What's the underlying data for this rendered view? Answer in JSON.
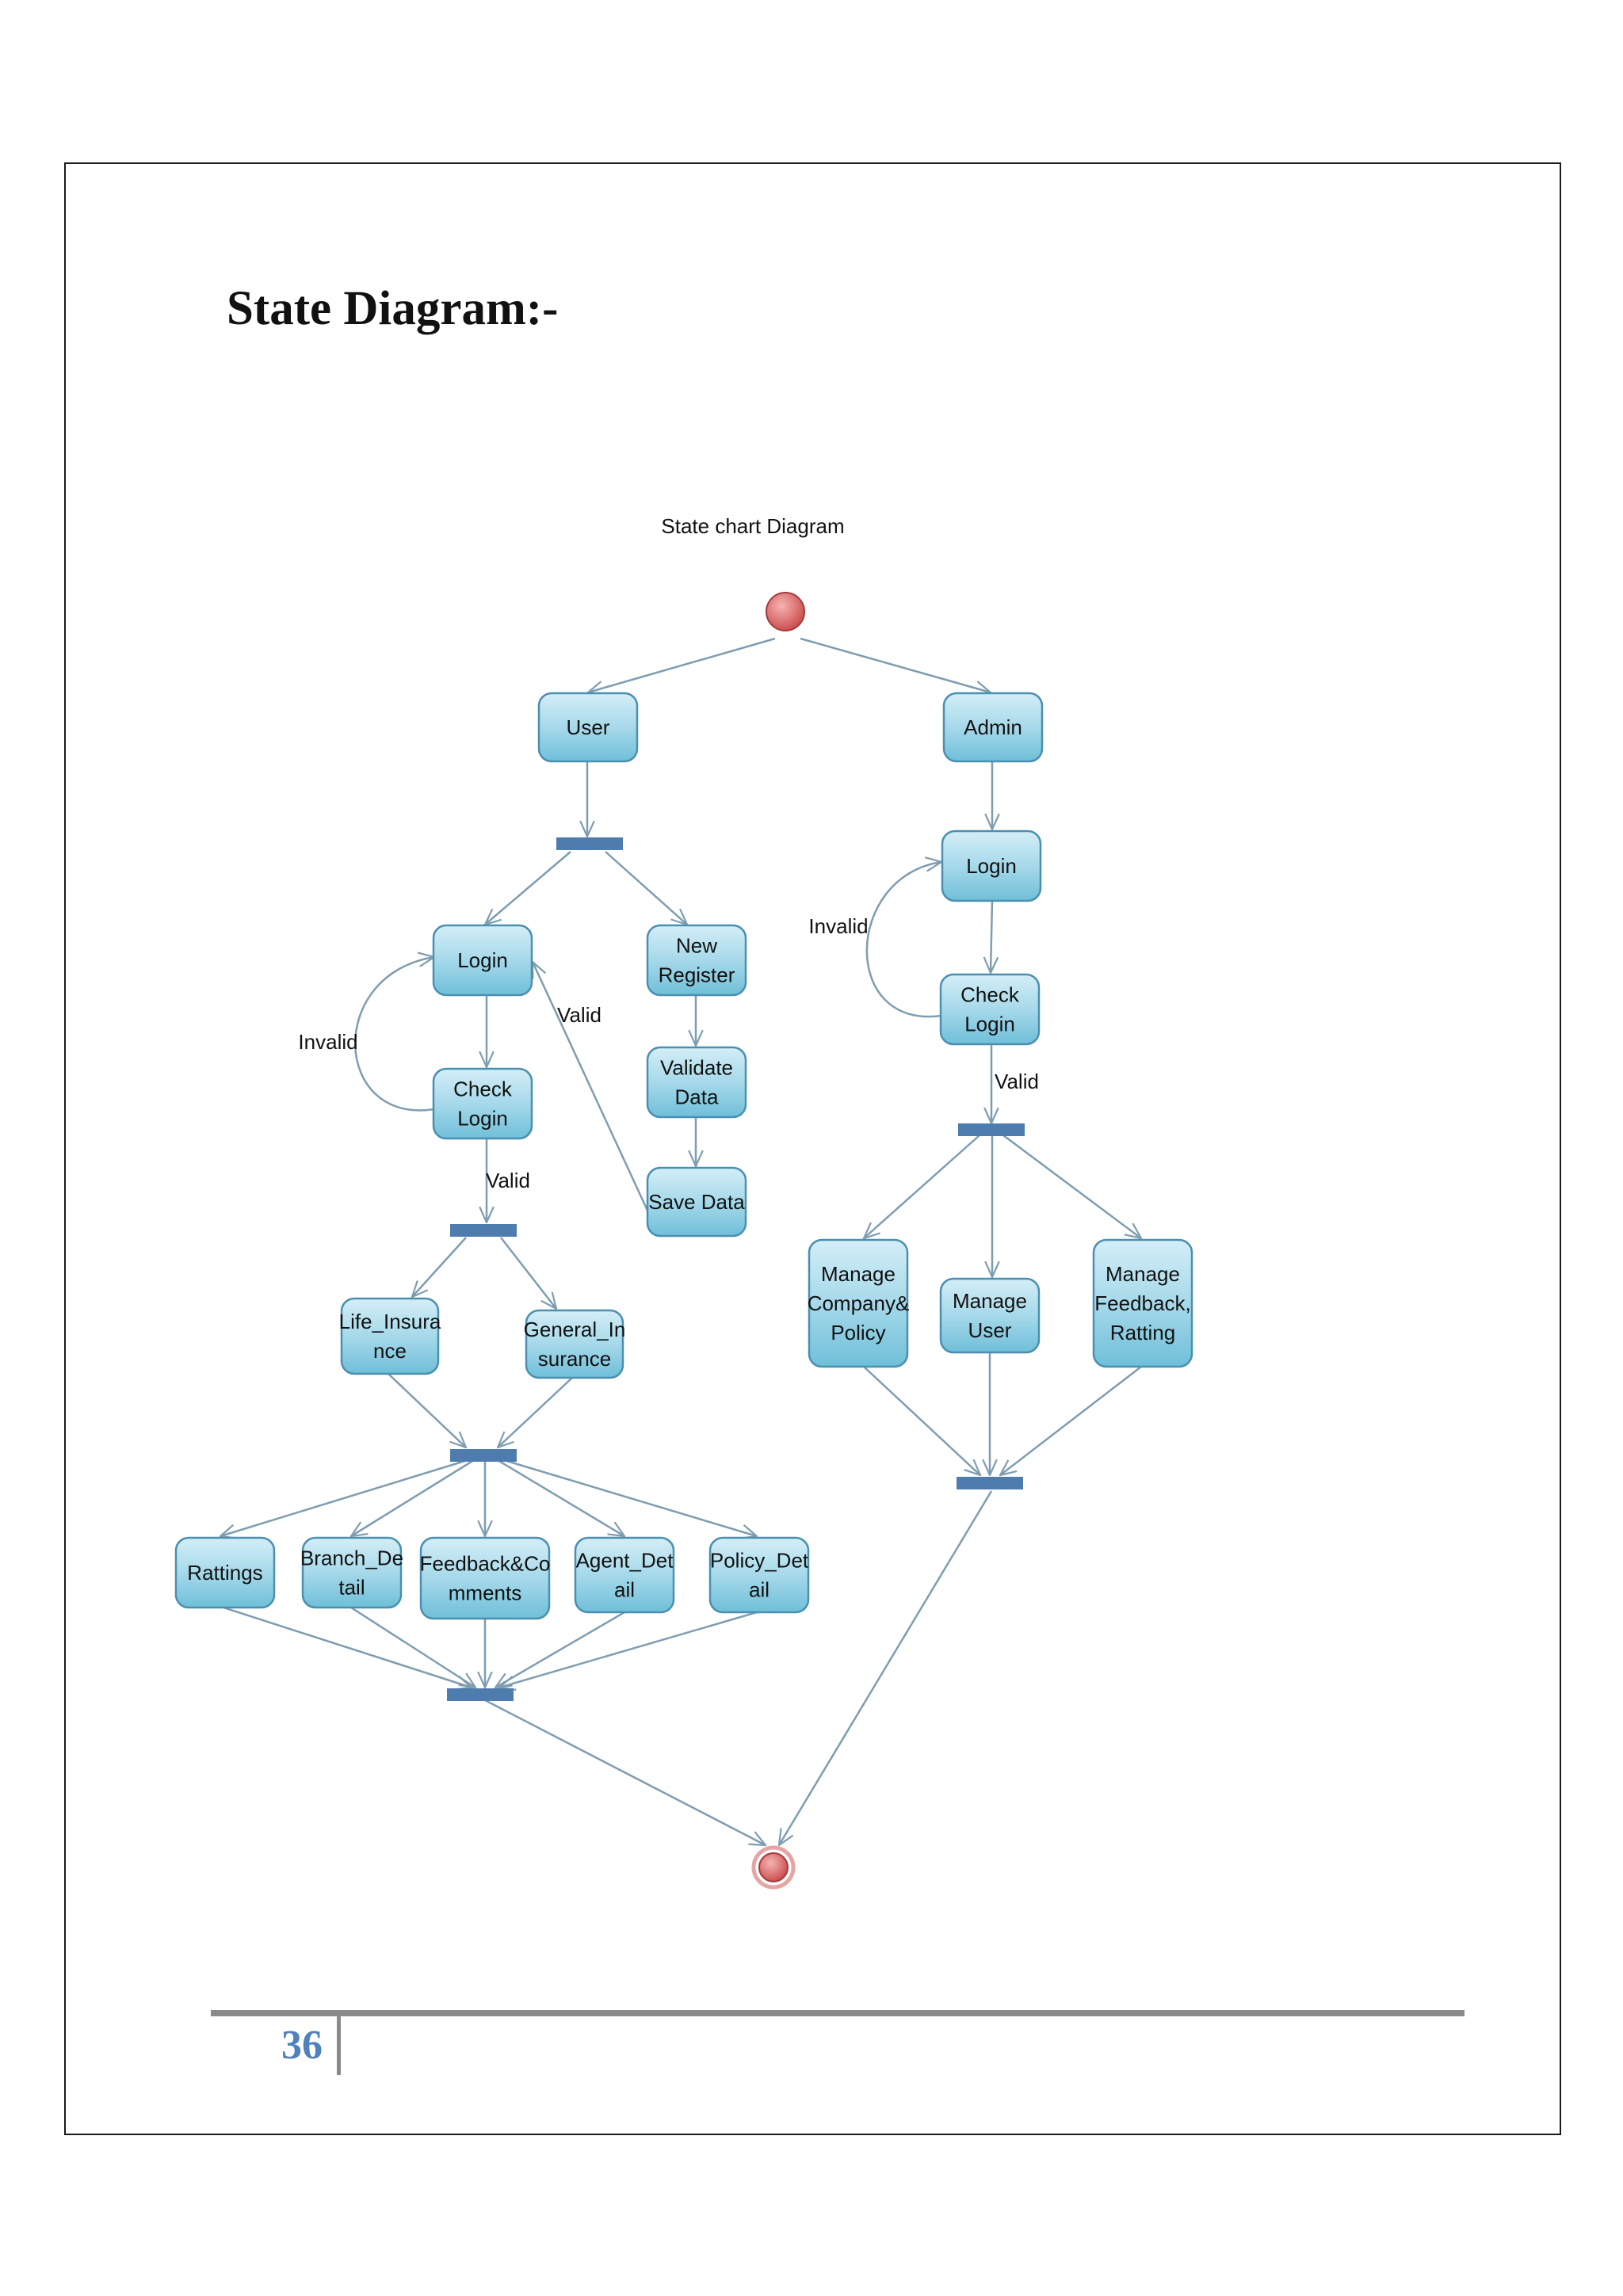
{
  "page": {
    "heading": "State Diagram:-",
    "page_number": "36"
  },
  "diagram": {
    "title": "State chart Diagram",
    "nodes": [
      {
        "id": "user",
        "label": "User"
      },
      {
        "id": "admin",
        "label": "Admin"
      },
      {
        "id": "user-login",
        "label": "Login"
      },
      {
        "id": "new-register",
        "label": "New Register"
      },
      {
        "id": "user-check-login",
        "label": "Check Login"
      },
      {
        "id": "validate-data",
        "label": "Validate Data"
      },
      {
        "id": "save-data",
        "label": "Save Data"
      },
      {
        "id": "life-insurance",
        "label": "Life_Insurance"
      },
      {
        "id": "general-insurance",
        "label": "General_Insurance"
      },
      {
        "id": "rattings",
        "label": "Rattings"
      },
      {
        "id": "branch-detail",
        "label": "Branch_Detail"
      },
      {
        "id": "feedback-comments",
        "label": "Feedback&Comments"
      },
      {
        "id": "agent-detail",
        "label": "Agent_Detail"
      },
      {
        "id": "policy-detail",
        "label": "Policy_Detail"
      },
      {
        "id": "admin-login",
        "label": "Login"
      },
      {
        "id": "admin-check-login",
        "label": "Check Login"
      },
      {
        "id": "manage-company-policy",
        "label": "Manage Company& Policy"
      },
      {
        "id": "manage-user",
        "label": "Manage User"
      },
      {
        "id": "manage-feedback-ratting",
        "label": "Manage Feedback, Ratting"
      }
    ],
    "edge_labels": {
      "user_invalid": "Invalid",
      "user_valid_register": "Valid",
      "user_valid_login": "Valid",
      "admin_invalid": "Invalid",
      "admin_valid": "Valid"
    }
  }
}
